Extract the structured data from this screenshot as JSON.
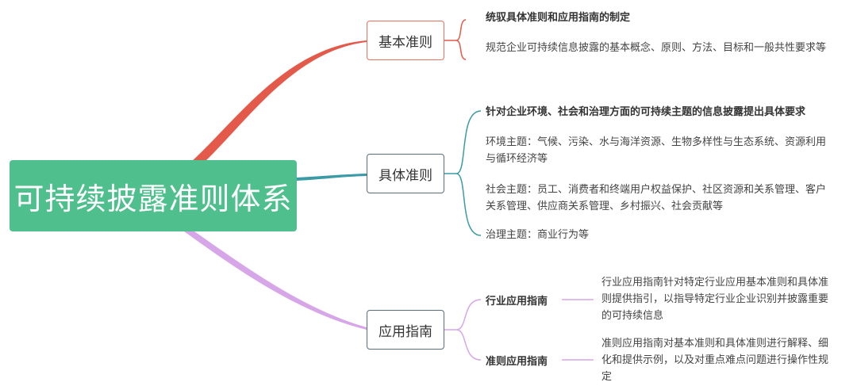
{
  "root": {
    "title": "可持续披露准则体系"
  },
  "branches": [
    {
      "label": "基本准则",
      "items": [
        "统驭具体准则和应用指南的制定",
        "规范企业可持续信息披露的基本概念、原则、方法、目标和一般共性要求等"
      ]
    },
    {
      "label": "具体准则",
      "items": [
        "针对企业环境、社会和治理方面的可持续主题的信息披露提出具体要求",
        "环境主题：气候、污染、水与海洋资源、生物多样性与生态系统、资源利用与循环经济等",
        "社会主题：员工、消费者和终端用户权益保护、社区资源和关系管理、客户关系管理、供应商关系管理、乡村振兴、社会贡献等",
        "治理主题：商业行为等"
      ]
    },
    {
      "label": "应用指南",
      "subs": [
        {
          "label": "行业应用指南",
          "desc": "行业应用指南针对特定行业应用基本准则和具体准则提供指引，以指导特定行业企业识别并披露重要的可持续信息"
        },
        {
          "label": "准则应用指南",
          "desc": "准则应用指南对基本准则和具体准则进行解释、细化和提供示例，以及对重点难点问题进行操作性规定"
        }
      ]
    }
  ],
  "colors": {
    "root_bg": "#4fc08d",
    "branch1": "#e35a4a",
    "branch2": "#3a9aa5",
    "branch3": "#d6a6e8"
  }
}
